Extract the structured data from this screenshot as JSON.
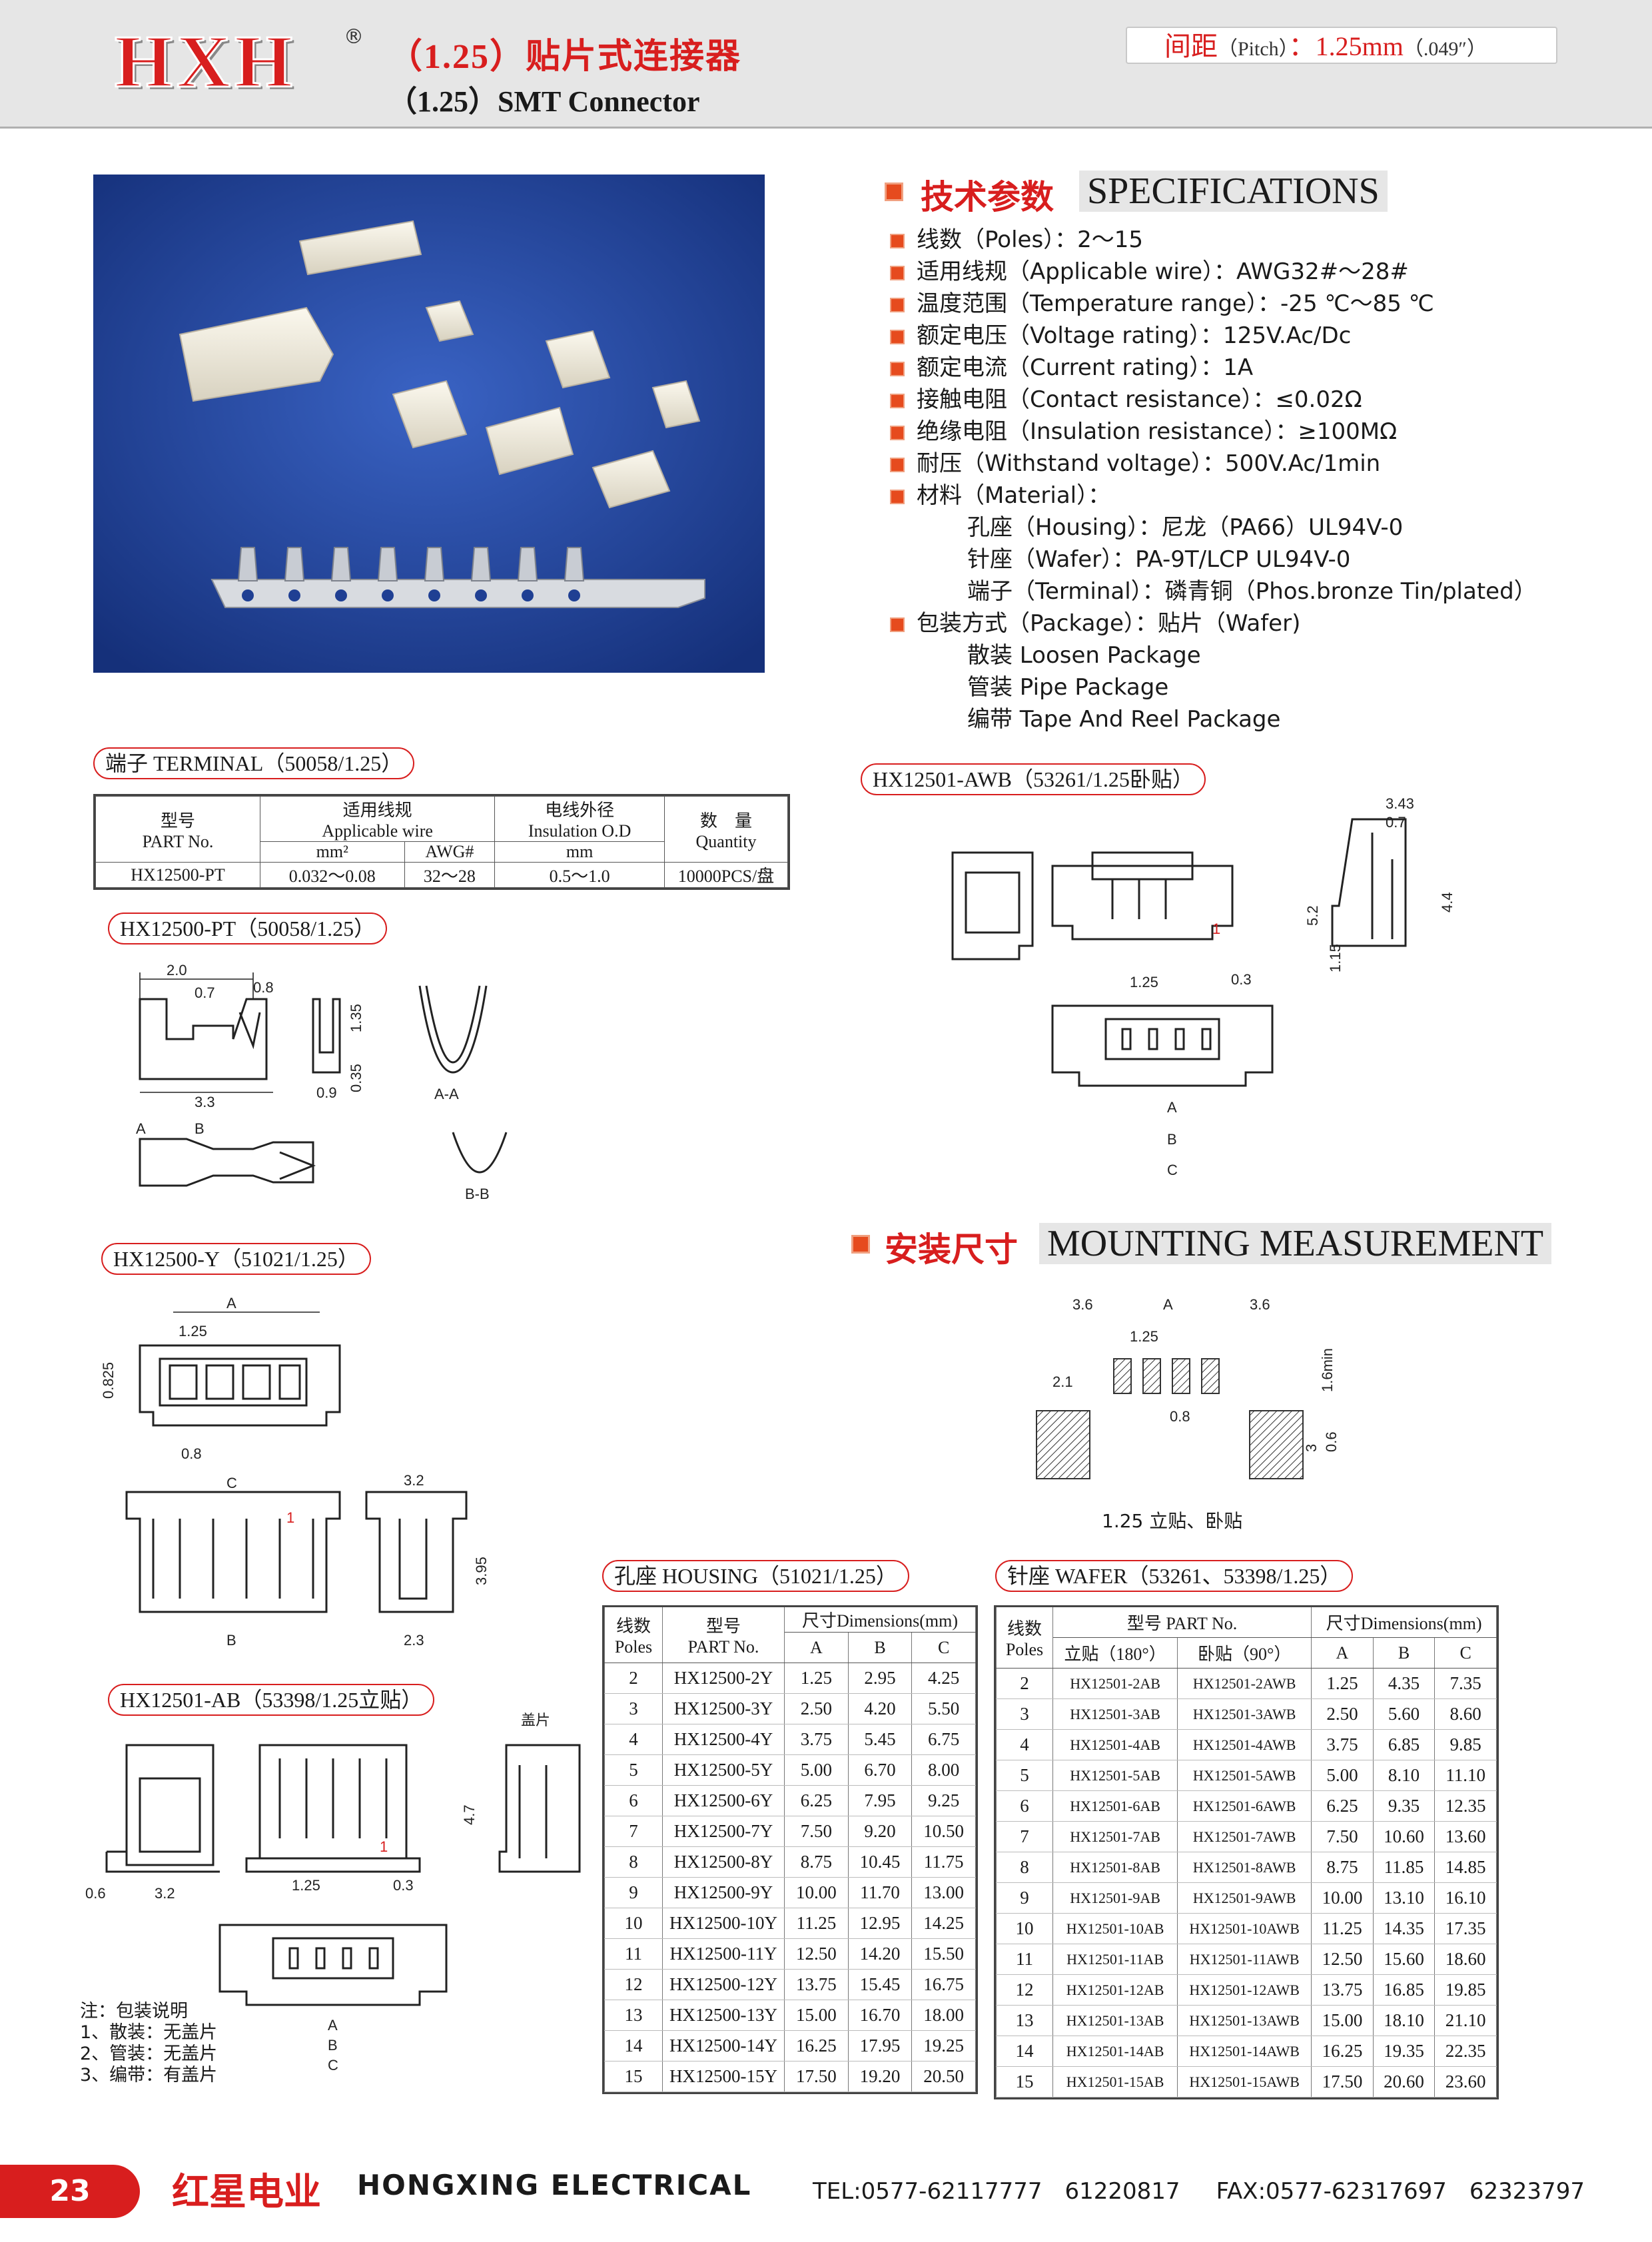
{
  "header": {
    "logo_text": "HXH",
    "logo_mark": "®",
    "title_cn": "（1.25）贴片式连接器",
    "title_en": "（1.25）SMT Connector",
    "pitch_cn": "间距",
    "pitch_en": "（Pitch）",
    "pitch_sep": "：",
    "pitch_value": "1.25mm",
    "pitch_inch": "（.049″）"
  },
  "specs": {
    "heading_cn": "技术参数",
    "heading_en": "SPECIFICATIONS",
    "items": [
      "线数（Poles）：2～15",
      "适用线规（Applicable wire）：AWG32#～28#",
      "温度范围（Temperature range）：-25 ℃～85 ℃",
      "额定电压（Voltage rating）：125V.Ac/Dc",
      "额定电流（Current rating）：1A",
      "接触电阻（Contact resistance）：≤0.02Ω",
      "绝缘电阻（Insulation resistance）：≥100MΩ",
      "耐压（Withstand voltage）：500V.Ac/1min",
      "材料（Material）："
    ],
    "material": [
      "孔座（Housing）：尼龙（PA66）UL94V-0",
      "针座（Wafer）：PA-9T/LCP UL94V-0",
      "端子（Terminal）：磷青铜（Phos.bronze Tin/plated）"
    ],
    "package_title": "包装方式（Package）：贴片（Wafer)",
    "package": [
      "散装 Loosen Package",
      "管装 Pipe Package",
      "编带 Tape And Reel Package"
    ]
  },
  "terminal": {
    "label": "端子 TERMINAL（50058/1.25）",
    "h_type_cn": "型号",
    "h_type_en": "PART No.",
    "h_wire_cn": "适用线规",
    "h_wire_en": "Applicable wire",
    "h_od_cn": "电线外径",
    "h_od_en": "Insulation O.D",
    "h_qty_cn": "数　量",
    "h_qty_en": "Quantity",
    "h_mm": "mm²",
    "h_awg": "AWG#",
    "h_od_mm": "mm",
    "row": {
      "part": "HX12500-PT",
      "mm": "0.032～0.08",
      "awg": "32～28",
      "od": "0.5～1.0",
      "qty": "10000PCS/盘"
    }
  },
  "drawing_labels": {
    "pt": "HX12500-PT（50058/1.25）",
    "y": "HX12500-Y（51021/1.25）",
    "ab": "HX12501-AB（53398/1.25立贴）",
    "awb": "HX12501-AWB（53261/1.25卧贴）",
    "ab_cover": "盖片",
    "pt_dims": {
      "d1": "2.0",
      "d2": "0.7",
      "d3": "0.8",
      "d4": "3.3",
      "d5": "0.9",
      "d6": "1.35",
      "d7": "0.35",
      "aa": "A-A",
      "bb": "B-B",
      "a": "A",
      "b": "B"
    },
    "y_dims": {
      "a": "A",
      "p": "1.25",
      "h": "0.825",
      "w": "0.8",
      "c": "C",
      "b": "B",
      "s": "3.2",
      "t": "3.95",
      "u": "2.3",
      "one": "1"
    },
    "ab_dims": {
      "h": "4.7",
      "l": "0.6",
      "w": "3.2",
      "p": "1.25",
      "g": "0.3",
      "a": "A",
      "b": "B",
      "c": "C",
      "one": "1"
    },
    "awb_dims": {
      "t": "3.43",
      "u": "0.7",
      "h": "5.2",
      "v": "4.4",
      "s": "1.15",
      "p": "1.25",
      "g": "0.3",
      "a": "A",
      "b": "B",
      "c": "C",
      "one": "1"
    }
  },
  "notes": [
    "注：包装说明",
    "1、散装：无盖片",
    "2、管装：无盖片",
    "3、编带：有盖片"
  ],
  "mounting": {
    "heading_cn": "安装尺寸",
    "heading_en": "MOUNTING MEASUREMENT",
    "caption": "1.25 立贴、卧贴",
    "dims": {
      "l": "3.6",
      "a": "A",
      "r": "3.6",
      "p": "1.25",
      "x": "2.1",
      "w": "0.8",
      "m": "1.6min",
      "h": "3",
      "g": "0.6"
    }
  },
  "housing": {
    "label": "孔座 HOUSING（51021/1.25）",
    "h_poles_cn": "线数",
    "h_poles_en": "Poles",
    "h_part_cn": "型号",
    "h_part_en": "PART No.",
    "h_dim": "尺寸Dimensions(mm)",
    "h_a": "A",
    "h_b": "B",
    "h_c": "C",
    "rows": [
      [
        "2",
        "HX12500-2Y",
        "1.25",
        "2.95",
        "4.25"
      ],
      [
        "3",
        "HX12500-3Y",
        "2.50",
        "4.20",
        "5.50"
      ],
      [
        "4",
        "HX12500-4Y",
        "3.75",
        "5.45",
        "6.75"
      ],
      [
        "5",
        "HX12500-5Y",
        "5.00",
        "6.70",
        "8.00"
      ],
      [
        "6",
        "HX12500-6Y",
        "6.25",
        "7.95",
        "9.25"
      ],
      [
        "7",
        "HX12500-7Y",
        "7.50",
        "9.20",
        "10.50"
      ],
      [
        "8",
        "HX12500-8Y",
        "8.75",
        "10.45",
        "11.75"
      ],
      [
        "9",
        "HX12500-9Y",
        "10.00",
        "11.70",
        "13.00"
      ],
      [
        "10",
        "HX12500-10Y",
        "11.25",
        "12.95",
        "14.25"
      ],
      [
        "11",
        "HX12500-11Y",
        "12.50",
        "14.20",
        "15.50"
      ],
      [
        "12",
        "HX12500-12Y",
        "13.75",
        "15.45",
        "16.75"
      ],
      [
        "13",
        "HX12500-13Y",
        "15.00",
        "16.70",
        "18.00"
      ],
      [
        "14",
        "HX12500-14Y",
        "16.25",
        "17.95",
        "19.25"
      ],
      [
        "15",
        "HX12500-15Y",
        "17.50",
        "19.20",
        "20.50"
      ]
    ]
  },
  "wafer": {
    "label": "针座 WAFER（53261、53398/1.25）",
    "h_poles_cn": "线数",
    "h_poles_en": "Poles",
    "h_part": "型号 PART No.",
    "h_dim": "尺寸Dimensions(mm)",
    "h_180": "立贴（180°）",
    "h_90": "卧贴（90°）",
    "h_a": "A",
    "h_b": "B",
    "h_c": "C",
    "rows": [
      [
        "2",
        "HX12501-2AB",
        "HX12501-2AWB",
        "1.25",
        "4.35",
        "7.35"
      ],
      [
        "3",
        "HX12501-3AB",
        "HX12501-3AWB",
        "2.50",
        "5.60",
        "8.60"
      ],
      [
        "4",
        "HX12501-4AB",
        "HX12501-4AWB",
        "3.75",
        "6.85",
        "9.85"
      ],
      [
        "5",
        "HX12501-5AB",
        "HX12501-5AWB",
        "5.00",
        "8.10",
        "11.10"
      ],
      [
        "6",
        "HX12501-6AB",
        "HX12501-6AWB",
        "6.25",
        "9.35",
        "12.35"
      ],
      [
        "7",
        "HX12501-7AB",
        "HX12501-7AWB",
        "7.50",
        "10.60",
        "13.60"
      ],
      [
        "8",
        "HX12501-8AB",
        "HX12501-8AWB",
        "8.75",
        "11.85",
        "14.85"
      ],
      [
        "9",
        "HX12501-9AB",
        "HX12501-9AWB",
        "10.00",
        "13.10",
        "16.10"
      ],
      [
        "10",
        "HX12501-10AB",
        "HX12501-10AWB",
        "11.25",
        "14.35",
        "17.35"
      ],
      [
        "11",
        "HX12501-11AB",
        "HX12501-11AWB",
        "12.50",
        "15.60",
        "18.60"
      ],
      [
        "12",
        "HX12501-12AB",
        "HX12501-12AWB",
        "13.75",
        "16.85",
        "19.85"
      ],
      [
        "13",
        "HX12501-13AB",
        "HX12501-13AWB",
        "15.00",
        "18.10",
        "21.10"
      ],
      [
        "14",
        "HX12501-14AB",
        "HX12501-14AWB",
        "16.25",
        "19.35",
        "22.35"
      ],
      [
        "15",
        "HX12501-15AB",
        "HX12501-15AWB",
        "17.50",
        "20.60",
        "23.60"
      ]
    ]
  },
  "footer": {
    "page": "23",
    "brand_cn": "红星电业",
    "brand_en": "HONGXING ELECTRICAL",
    "tel": "TEL:0577-62117777　61220817",
    "fax": "FAX:0577-62317697　62323797"
  }
}
